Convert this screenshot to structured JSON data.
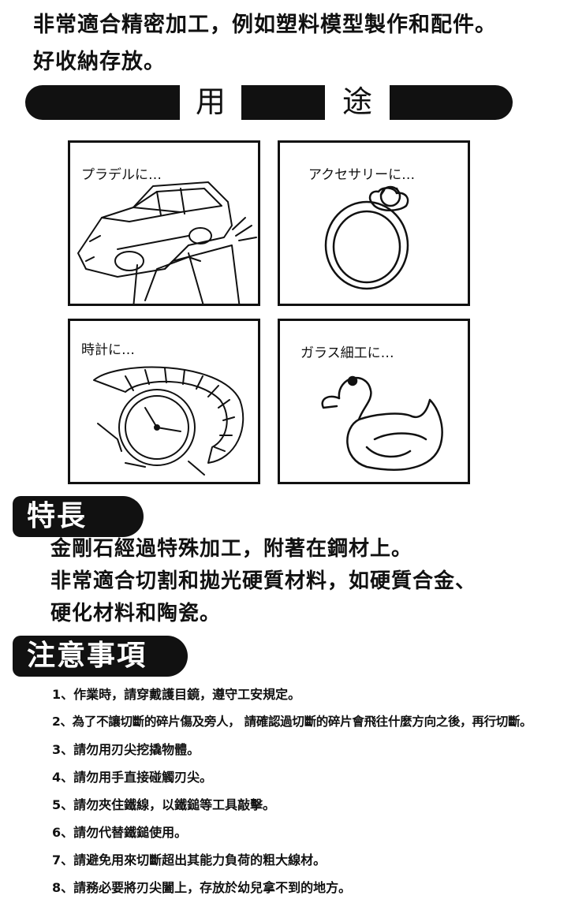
{
  "intro": {
    "line1": "非常適合精密加工，例如塑料模型製作和配件。",
    "line2": "好收納存放。"
  },
  "usage": {
    "title_char1": "用",
    "title_char2": "途",
    "panels": [
      {
        "caption": "プラデルに…"
      },
      {
        "caption": "アクセサリーに…"
      },
      {
        "caption": "時計に…"
      },
      {
        "caption": "ガラス細工に…"
      }
    ]
  },
  "features": {
    "title": "特長",
    "lines": [
      "金剛石經過特殊加工，附著在鋼材上。",
      "非常適合切割和拋光硬質材料，如硬質合金、",
      "硬化材料和陶瓷。"
    ]
  },
  "notices": {
    "title": "注意事項",
    "items": [
      "1、作業時，請穿戴護目鏡，遵守工安規定。",
      "2、為了不讓切斷的碎片傷及旁人， 請確認過切斷的碎片會飛往什麼方向之後，再行切斷。",
      "3、請勿用刃尖挖撬物體。",
      "4、請勿用手直接碰觸刃尖。",
      "5、請勿夾住鐵線，以鐵鎚等工具敲擊。",
      "6、請勿代替鐵鎚使用。",
      "7、請避免用來切斷超出其能力負荷的粗大線材。",
      "8、請務必要將刃尖闔上，存放於幼兒拿不到的地方。"
    ]
  }
}
